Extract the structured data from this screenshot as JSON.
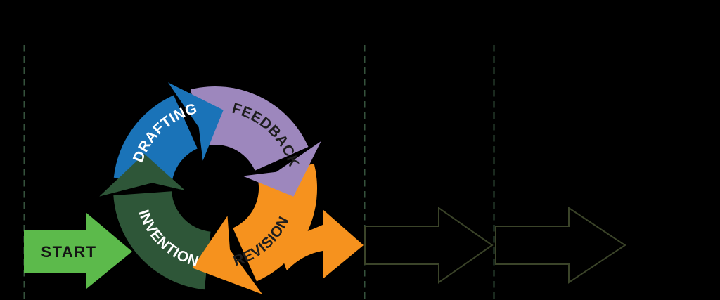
{
  "canvas": {
    "background": "#000000"
  },
  "start_arrow": {
    "label": "START",
    "fill": "#5cba4b",
    "label_color": "#141414"
  },
  "cycle": {
    "segments": [
      {
        "id": "drafting",
        "label": "DRAFTING",
        "fill": "#1a73b8",
        "label_color": "#ffffff"
      },
      {
        "id": "feedback",
        "label": "FEEDBACK",
        "fill": "#9d87bd",
        "label_color": "#1e1e1e"
      },
      {
        "id": "revision",
        "label": "REVISION",
        "fill": "#f6921e",
        "label_color": "#1e1e1e"
      },
      {
        "id": "invention",
        "label": "INVENTION",
        "fill": "#2e5638",
        "label_color": "#ffffff"
      }
    ]
  },
  "exit_arrow": {
    "fill": "#f6921e"
  },
  "process_arrows": {
    "stroke": "#3b4429"
  },
  "dashed_lines": {
    "stroke": "#35523c"
  }
}
